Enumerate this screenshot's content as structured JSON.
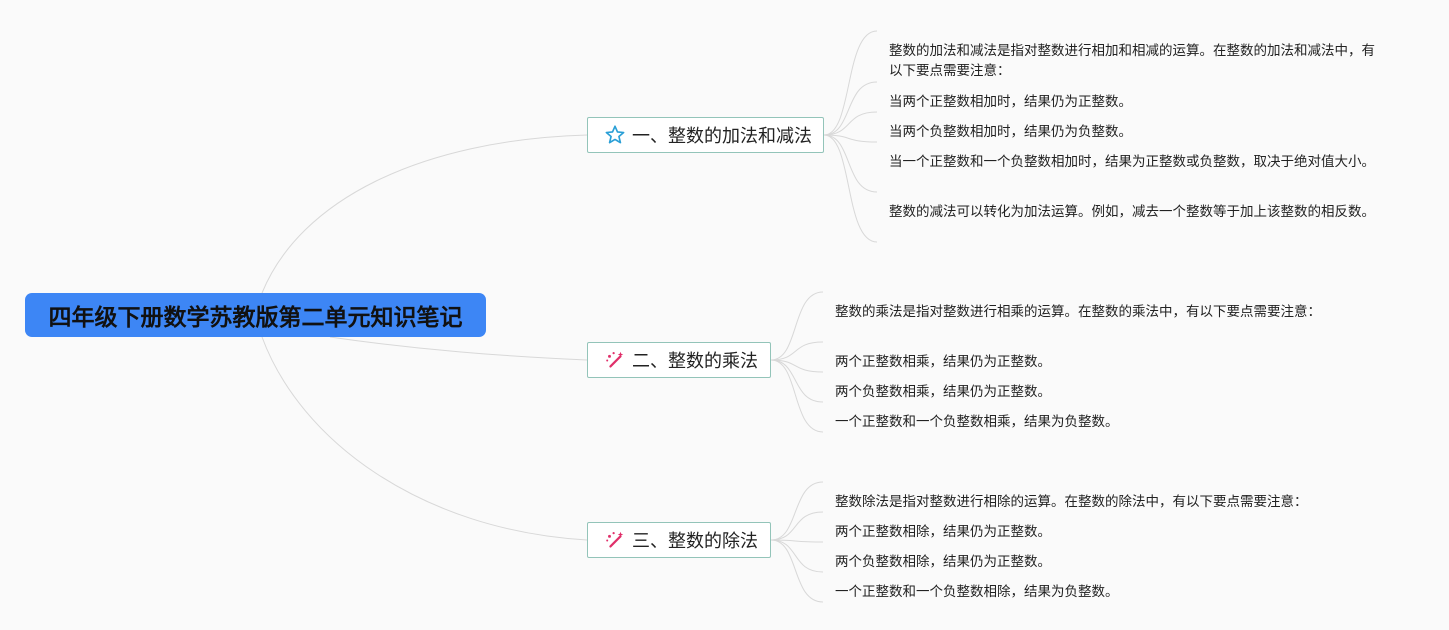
{
  "root": {
    "title": "四年级下册数学苏教版第二单元知识笔记"
  },
  "branches": [
    {
      "title": "一、整数的加法和减法",
      "icon": "star-icon",
      "notes": [
        "整数的加法和减法是指对整数进行相加和相减的运算。在整数的加法和减法中，有以下要点需要注意：",
        "当两个正整数相加时，结果仍为正整数。",
        "当两个负整数相加时，结果仍为负整数。",
        "当一个正整数和一个负整数相加时，结果为正整数或负整数，取决于绝对值大小。",
        "整数的减法可以转化为加法运算。例如，减去一个整数等于加上该整数的相反数。"
      ]
    },
    {
      "title": "二、整数的乘法",
      "icon": "magic-wand-icon",
      "notes": [
        "整数的乘法是指对整数进行相乘的运算。在整数的乘法中，有以下要点需要注意：",
        "两个正整数相乘，结果仍为正整数。",
        "两个负整数相乘，结果仍为正整数。",
        "一个正整数和一个负整数相乘，结果为负整数。"
      ]
    },
    {
      "title": "三、整数的除法",
      "icon": "magic-wand-icon",
      "notes": [
        "整数除法是指对整数进行相除的运算。在整数的除法中，有以下要点需要注意：",
        "两个正整数相除，结果仍为正整数。",
        "两个负整数相除，结果仍为正整数。",
        "一个正整数和一个负整数相除，结果为负整数。"
      ]
    }
  ],
  "colors": {
    "root_fill": "#3d86f5",
    "branch_border": "#93c4b9",
    "connector": "#d8d8d8",
    "star_icon": "#2a9fd6",
    "wand_icon": "#e0306a"
  }
}
